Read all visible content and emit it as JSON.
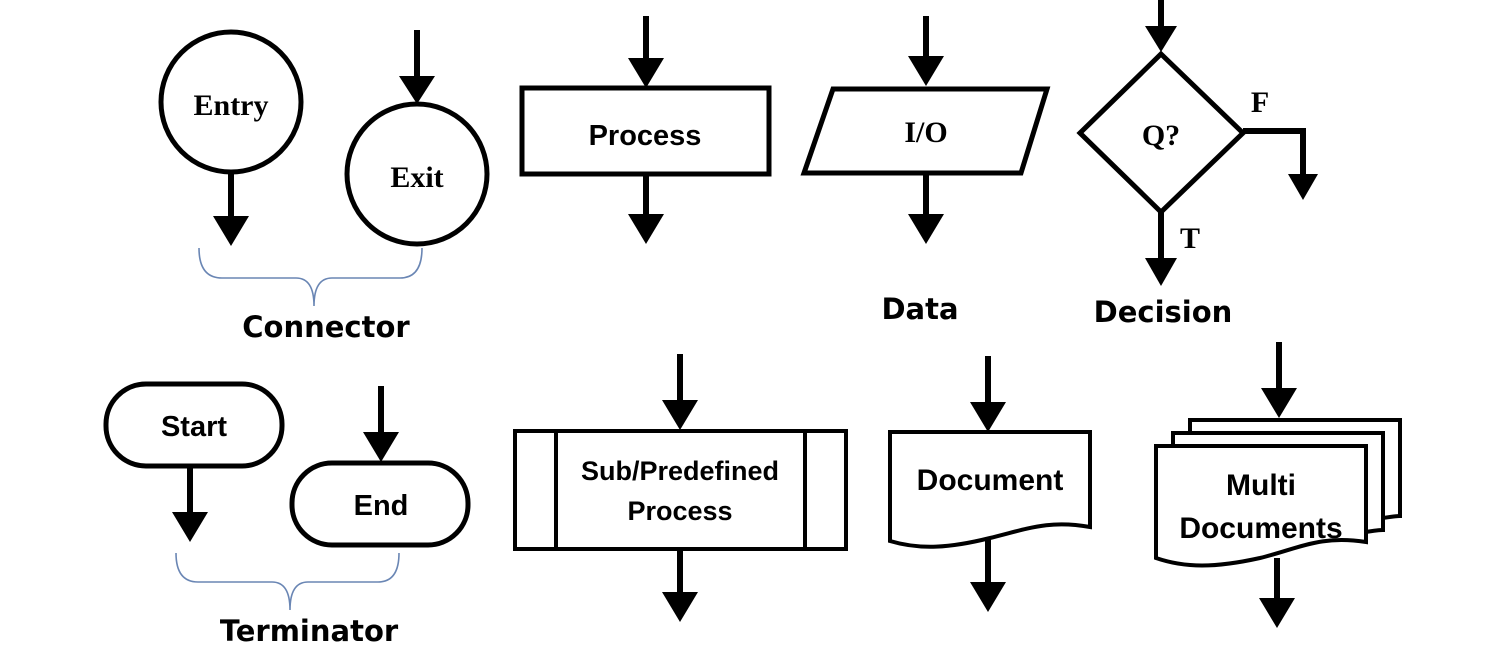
{
  "symbols": {
    "entry": "Entry",
    "exit": "Exit",
    "process": "Process",
    "io": "I/O",
    "question": "Q?",
    "false_label": "F",
    "true_label": "T",
    "start": "Start",
    "end": "End",
    "subprocess_line1": "Sub/Predefined",
    "subprocess_line2": "Process",
    "document": "Document",
    "multi_line1": "Multi",
    "multi_line2": "Documents"
  },
  "captions": {
    "connector": "Connector",
    "data": "Data",
    "decision": "Decision",
    "terminator": "Terminator"
  }
}
